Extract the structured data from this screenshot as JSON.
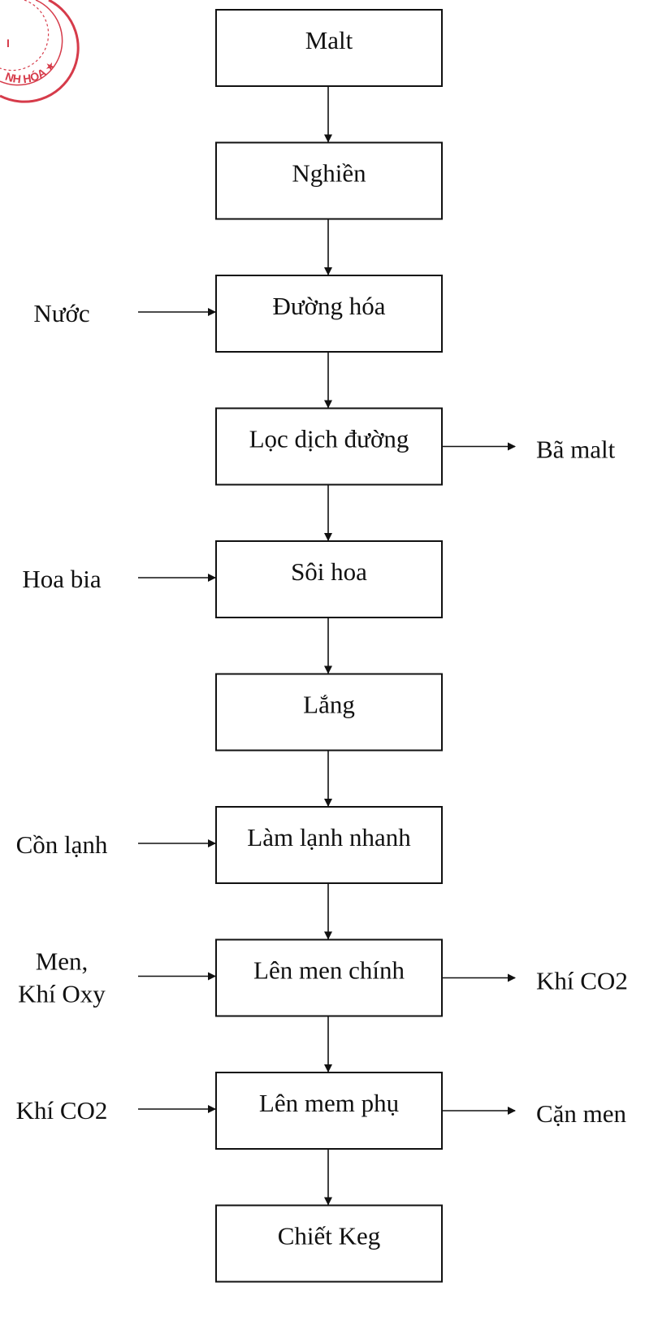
{
  "steps": [
    "Malt",
    "Nghiền",
    "Đường hóa",
    "Lọc dịch đường",
    "Sôi hoa",
    "Lắng",
    "Làm lạnh nhanh",
    "Lên men chính",
    "Lên mem phụ",
    "Chiết Keg"
  ],
  "inputs": [
    {
      "step": 2,
      "lines": [
        "Nước"
      ]
    },
    {
      "step": 4,
      "lines": [
        "Hoa bia"
      ]
    },
    {
      "step": 6,
      "lines": [
        "Cồn lạnh"
      ]
    },
    {
      "step": 7,
      "lines": [
        "Men,",
        "Khí Oxy"
      ]
    },
    {
      "step": 8,
      "lines": [
        "Khí CO2"
      ]
    }
  ],
  "outputs": [
    {
      "step": 3,
      "lines": [
        "Bã malt"
      ]
    },
    {
      "step": 7,
      "lines": [
        "Khí CO2"
      ]
    },
    {
      "step": 8,
      "lines": [
        "Cặn men"
      ]
    }
  ],
  "stamp": {
    "text": "NH HÓA ★",
    "color": "#d63b4a"
  }
}
